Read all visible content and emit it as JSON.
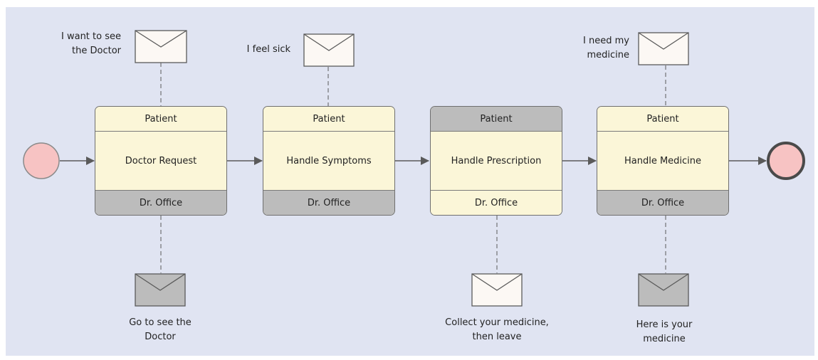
{
  "colors": {
    "background": "#e0e4f2",
    "task_fill": "#fbf6d8",
    "lane_grey": "#bcbcbc",
    "event_fill": "#f7c3c3",
    "envelope_light": "#fcf8f4",
    "envelope_dark": "#bcbcbc",
    "connector": "#5a5a5a"
  },
  "events": {
    "start": {
      "name": "start-event"
    },
    "end": {
      "name": "end-event"
    }
  },
  "tasks": [
    {
      "name": "Doctor Request",
      "top_participant": "Patient",
      "bottom_participant": "Dr. Office",
      "initiating": "top"
    },
    {
      "name": "Handle Symptoms",
      "top_participant": "Patient",
      "bottom_participant": "Dr. Office",
      "initiating": "top"
    },
    {
      "name": "Handle Prescription",
      "top_participant": "Patient",
      "bottom_participant": "Dr. Office",
      "initiating": "bottom"
    },
    {
      "name": "Handle Medicine",
      "top_participant": "Patient",
      "bottom_participant": "Dr. Office",
      "initiating": "top"
    }
  ],
  "messages": [
    {
      "text": "I want to see\nthe Doctor",
      "style": "light"
    },
    {
      "text": "I feel sick",
      "style": "light"
    },
    {
      "text": "I need my\nmedicine",
      "style": "light"
    },
    {
      "text": "Go to see the\nDoctor",
      "style": "dark"
    },
    {
      "text": "Collect your medicine,\nthen leave",
      "style": "light"
    },
    {
      "text": "Here is your\nmedicine",
      "style": "dark"
    }
  ]
}
